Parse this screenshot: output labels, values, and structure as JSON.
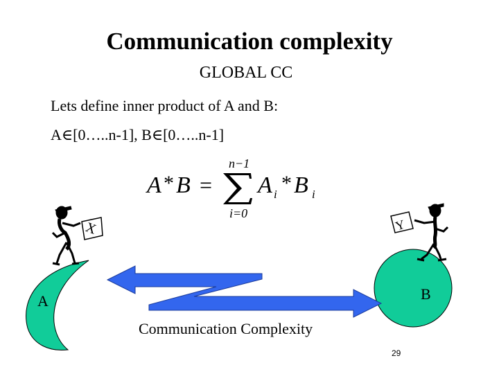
{
  "slide": {
    "title": "Communication complexity",
    "subtitle": "GLOBAL CC",
    "definition": "Lets define inner product of A and B:",
    "domains": "A∈[0…..n-1], B∈[0…..n-1]",
    "formula": {
      "lhs_a": "A",
      "star": "*",
      "lhs_b": "B",
      "equals": "=",
      "sum_upper": "n−1",
      "sum_lower": "i=0",
      "term_a": "A",
      "term_a_sub": "i",
      "term_b": "B",
      "term_b_sub": "i"
    },
    "left_party": {
      "label": "A",
      "paper_label": "X"
    },
    "right_party": {
      "label": "B",
      "paper_label": "Y"
    },
    "arrow_caption": "Communication Complexity",
    "page_number": "29"
  },
  "colors": {
    "planet_fill": "#11cc99",
    "arrow_fill": "#3366ee"
  }
}
